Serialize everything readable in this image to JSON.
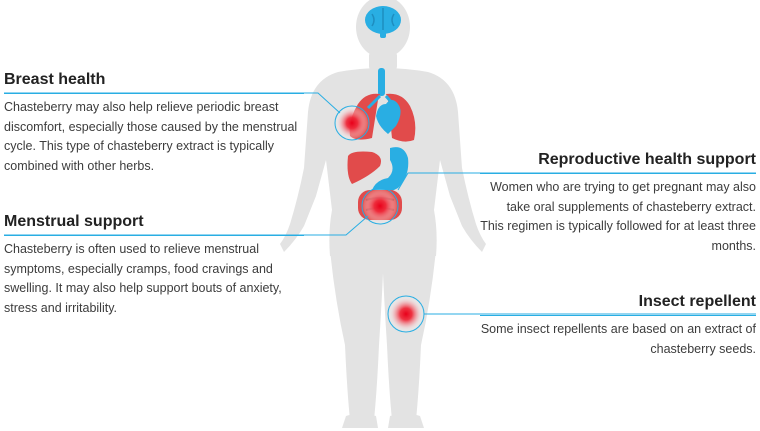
{
  "colors": {
    "body": "#e3e3e3",
    "organ_blue": "#29aee3",
    "organ_red": "#e14b4b",
    "hotspot": "#e8001a",
    "rule": "#29aee3"
  },
  "callouts": {
    "breast": {
      "title": "Breast health",
      "text": "Chasteberry may also help relieve periodic breast discomfort, especially those caused by the menstrual cycle. This type of chasteberry extract is typically combined with other herbs."
    },
    "menstrual": {
      "title": "Menstrual support",
      "text": "Chasteberry is often used to relieve menstrual symptoms, especially cramps, food cravings and swelling. It may also help support bouts of anxiety, stress and irritability."
    },
    "reproductive": {
      "title": "Reproductive health support",
      "text": "Women who are trying to get pregnant may also take oral supplements of chasteberry extract. This regimen is typically followed for at least three months."
    },
    "insect": {
      "title": "Insect repellent",
      "text": "Some insect repellents are based on an extract of chasteberry seeds."
    }
  }
}
